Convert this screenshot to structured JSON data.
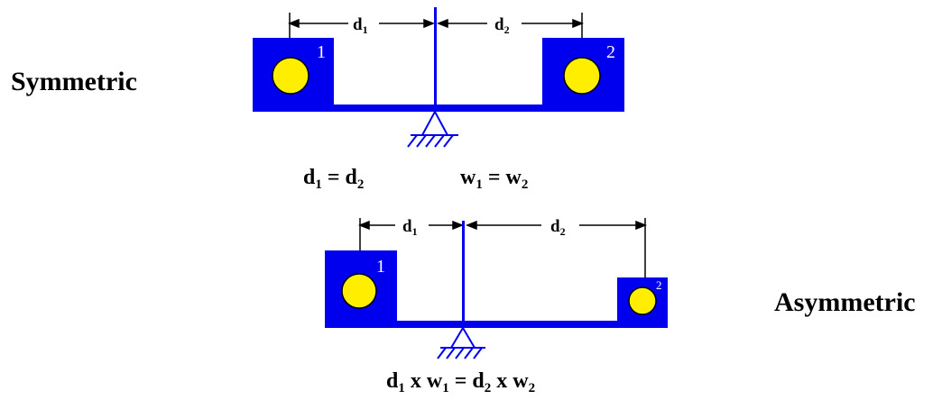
{
  "symmetric": {
    "label": "Symmetric",
    "box1_number": "1",
    "box2_number": "2",
    "equation_left": {
      "a": "d",
      "a_sub": "1",
      "op": " = ",
      "b": "d",
      "b_sub": "2"
    },
    "equation_right": {
      "a": "w",
      "a_sub": "1",
      "op": " = ",
      "b": "w",
      "b_sub": "2"
    }
  },
  "asymmetric": {
    "label": "Asymmetric",
    "box1_number": "1",
    "box2_number": "2",
    "equation": {
      "a": "d",
      "a_sub": "1",
      "x1": " x ",
      "b": "w",
      "b_sub": "1",
      "eq": " = ",
      "c": "d",
      "c_sub": "2",
      "x2": " x ",
      "d": "w",
      "d_sub": "2"
    }
  },
  "dimensions": {
    "d": "d",
    "sub1": "1",
    "sub2": "2"
  },
  "colors": {
    "beam": "#0000ee",
    "weight": "#ffee00",
    "weight_outline": "#000000"
  }
}
